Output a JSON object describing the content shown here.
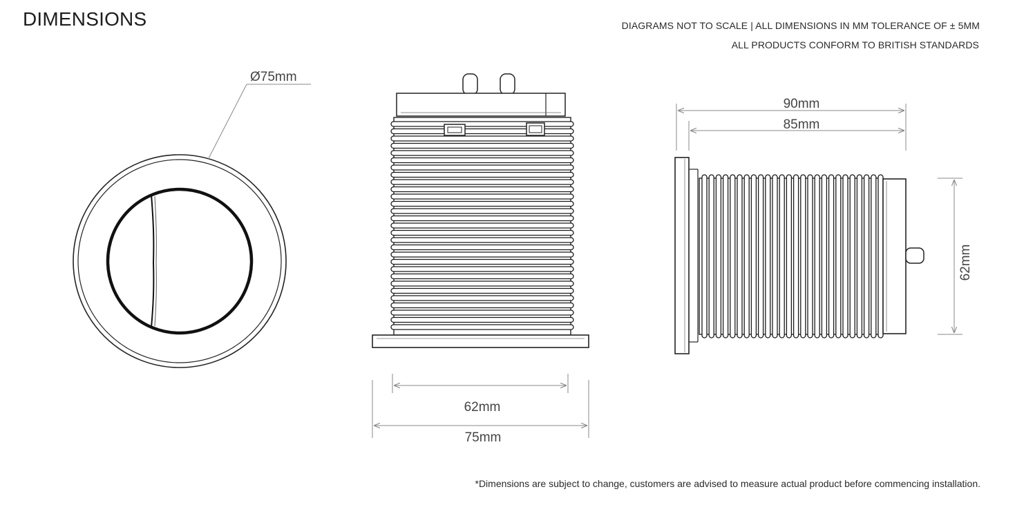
{
  "title": "DIMENSIONS",
  "notes": {
    "line1": "DIAGRAMS NOT TO SCALE | ALL DIMENSIONS IN MM TOLERANCE OF ± 5MM",
    "line2": "ALL PRODUCTS CONFORM TO BRITISH STANDARDS"
  },
  "footer": "*Dimensions are subject to change, customers are advised to measure actual product before commencing installation.",
  "dimensions": {
    "front_diameter": "Ø75mm",
    "side_body_width": "62mm",
    "side_flange_width": "75mm",
    "rear_total_length": "90mm",
    "rear_body_length": "85mm",
    "rear_body_height": "62mm"
  }
}
